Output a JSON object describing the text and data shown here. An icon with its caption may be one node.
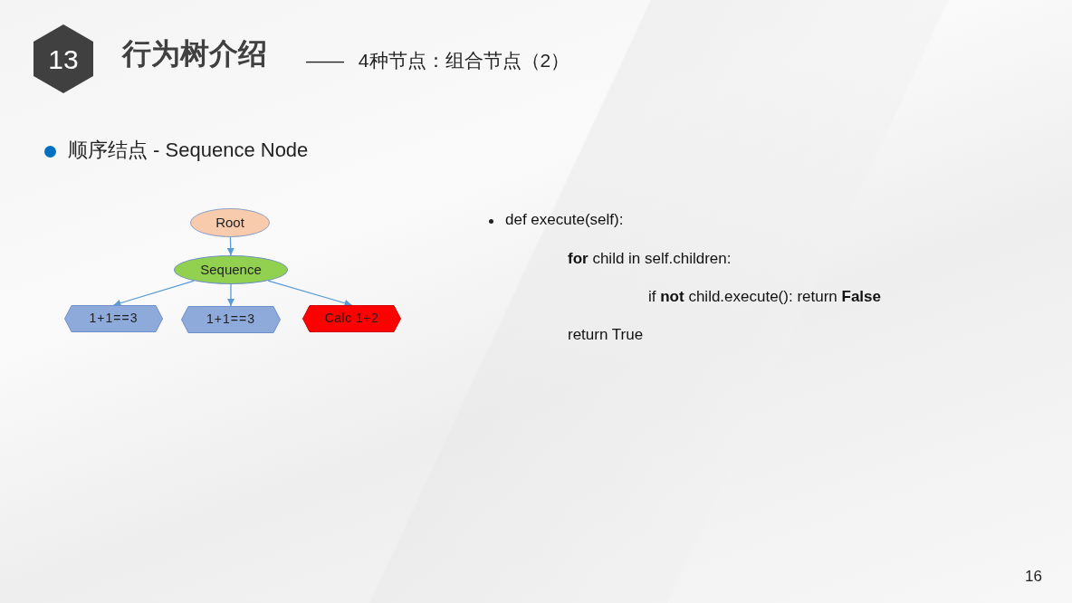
{
  "diagram": {
    "title": "行为树介绍",
    "nodes": [
      {
        "text": [
          "13"
        ]
      },
      {
        "text": [
          "Root"
        ]
      },
      {
        "text": [
          "Sequence"
        ]
      },
      {
        "text": [
          "1+1==3"
        ]
      },
      {
        "text": [
          "1+1==3"
        ]
      },
      {
        "text": [
          "Calc 1+2"
        ]
      }
    ],
    "edges": [
      {
        "from": 1,
        "to": 2,
        "arrow": "to"
      },
      {
        "from": 2,
        "to": 3,
        "arrow": "to"
      },
      {
        "from": 2,
        "to": 4,
        "arrow": "to"
      },
      {
        "from": 2,
        "to": 5,
        "arrow": "to"
      }
    ],
    "labels": [
      "—— 4种节点：组合节点（2）",
      "顺序结点 - Sequence Node",
      "def execute(self):",
      "**for** child in self.children:",
      "if **not** child.execute(): return **False**",
      "return True",
      "16"
    ]
  }
}
